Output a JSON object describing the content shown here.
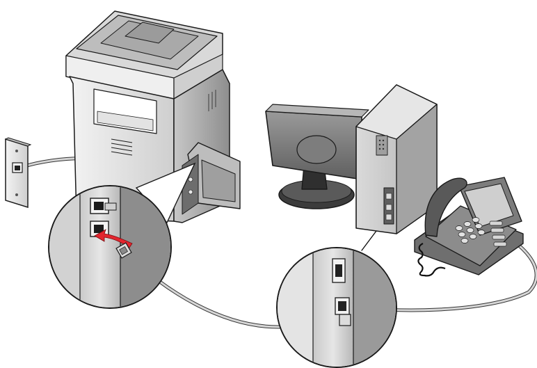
{
  "diagram": {
    "caption": "",
    "components": [
      {
        "id": "wall-jack",
        "icon": "wall-phone-jack-icon"
      },
      {
        "id": "mfp",
        "icon": "multifunction-printer-icon"
      },
      {
        "id": "monitor",
        "icon": "monitor-icon"
      },
      {
        "id": "computer",
        "icon": "tower-computer-icon"
      },
      {
        "id": "phone",
        "icon": "desk-telephone-icon"
      },
      {
        "id": "printer-port-callout",
        "icon": "magnifier-callout-icon"
      },
      {
        "id": "computer-port-callout",
        "icon": "magnifier-callout-icon"
      }
    ],
    "connections": [
      {
        "from": "wall-jack",
        "to": "printer-line-port"
      },
      {
        "from": "printer-ext-port",
        "to": "computer-modem-in"
      },
      {
        "from": "computer-modem-out",
        "to": "phone"
      }
    ],
    "colors": {
      "device_light": "#e9e9e9",
      "device_mid": "#c8c8c8",
      "device_dark": "#8f8f8f",
      "outline": "#1a1a1a",
      "cable": "#d4d4d4",
      "arrow": "#e3262f"
    }
  }
}
